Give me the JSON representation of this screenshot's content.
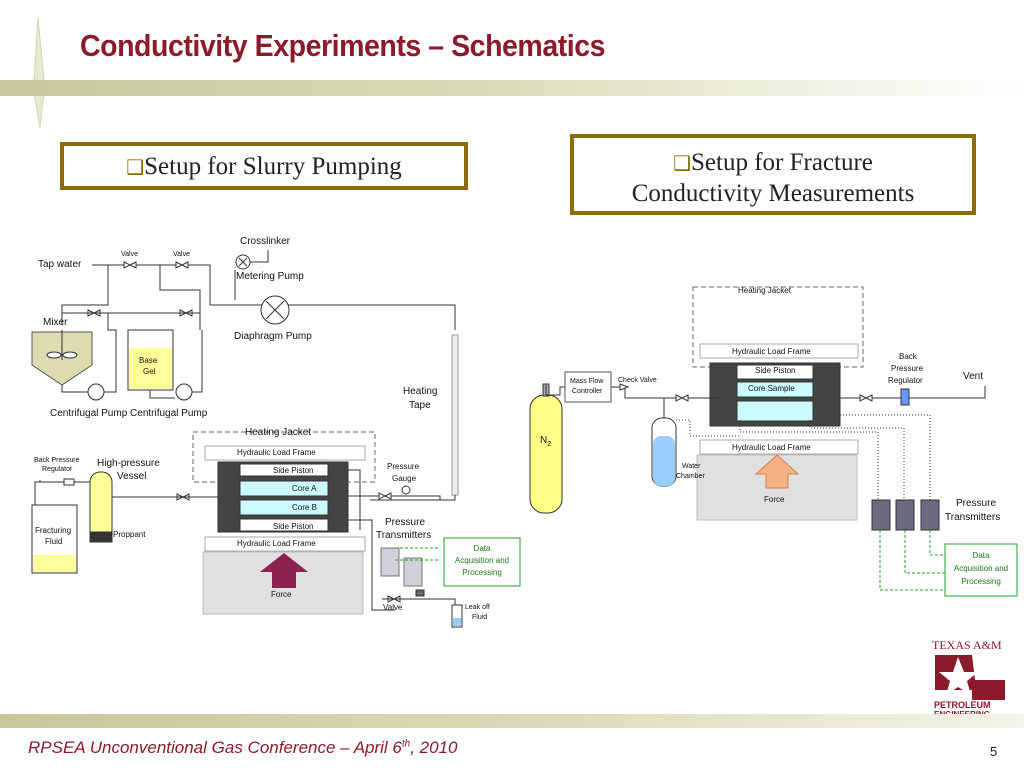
{
  "slide": {
    "title": "Conductivity Experiments – Schematics",
    "page_number": "5",
    "footer_prefix": "RPSEA Unconventional Gas Conference – April 6",
    "footer_sup": "th",
    "footer_suffix": ", 2010"
  },
  "labels": {
    "slurry_box": "Setup for Slurry Pumping",
    "fracture_box_line1": "Setup for Fracture",
    "fracture_box_line2": "Conductivity Measurements"
  },
  "left_schematic": {
    "crosslinker": "Crosslinker",
    "valve1": "Valve",
    "valve2": "Valve",
    "tap_water": "Tap water",
    "metering_pump": "Metering Pump",
    "mixer": "Mixer",
    "diaphragm_pump": "Diaphragm Pump",
    "base_gel_1": "Base",
    "base_gel_2": "Gel",
    "heating_tape_1": "Heating",
    "heating_tape_2": "Tape",
    "centrifugal_pumps": "Centrifugal Pump Centrifugal Pump",
    "heating_jacket": "Heating Jacket",
    "hydraulic_frame_top": "Hydraulic Load Frame",
    "bpr_1": "Back Pressure",
    "bpr_2": "Regulator",
    "hp_vessel_1": "High-pressure",
    "hp_vessel_2": "Vessel",
    "side_piston_top": "Side Piston",
    "pressure_gauge_1": "Pressure",
    "pressure_gauge_2": "Gauge",
    "core_a": "Core A",
    "core_b": "Core B",
    "fracturing_fluid_1": "Fracturing",
    "fracturing_fluid_2": "Fluid",
    "proppant": "Proppant",
    "side_piston_bottom": "Side Piston",
    "pressure_transmitters_1": "Pressure",
    "pressure_transmitters_2": "Transmitters",
    "hydraulic_frame_bottom": "Hydraulic Load Frame",
    "daq_1": "Data",
    "daq_2": "Acquisition and",
    "daq_3": "Processing",
    "force": "Force",
    "valve3": "Valve",
    "leak_off_1": "Leak off",
    "leak_off_2": "Fluid"
  },
  "right_schematic": {
    "heating_jacket": "Heating Jacket",
    "hydraulic_frame_top": "Hydraulic Load Frame",
    "back_pressure_1": "Back",
    "back_pressure_2": "Pressure",
    "back_pressure_3": "Regulator",
    "side_piston": "Side Piston",
    "vent": "Vent",
    "mass_flow_1": "Mass Flow",
    "mass_flow_2": "Controller",
    "check_valve": "Check Valve",
    "core_sample": "Core Sample",
    "n2": "N",
    "n2_sub": "2",
    "hydraulic_frame_bottom": "Hydraulic Load Frame",
    "water_chamber_1": "Water",
    "water_chamber_2": "Chamber",
    "force": "Force",
    "pressure_transmitters_1": "Pressure",
    "pressure_transmitters_2": "Transmitters",
    "daq_1": "Data",
    "daq_2": "Acquisition and",
    "daq_3": "Processing"
  },
  "logo": {
    "line1": "TEXAS A&M",
    "line2": "PETROLEUM",
    "line3": "ENGINEERING"
  },
  "colors": {
    "title": "#8b1a2b",
    "box_border": "#8b6d0a",
    "core": "#ccfcff",
    "force_arrow_left": "#8b2252",
    "force_arrow_right": "#f5b183",
    "daq_border": "#2a9d2a",
    "n2_cylinder": "#ffff88",
    "logo": "#8b1a2b"
  }
}
